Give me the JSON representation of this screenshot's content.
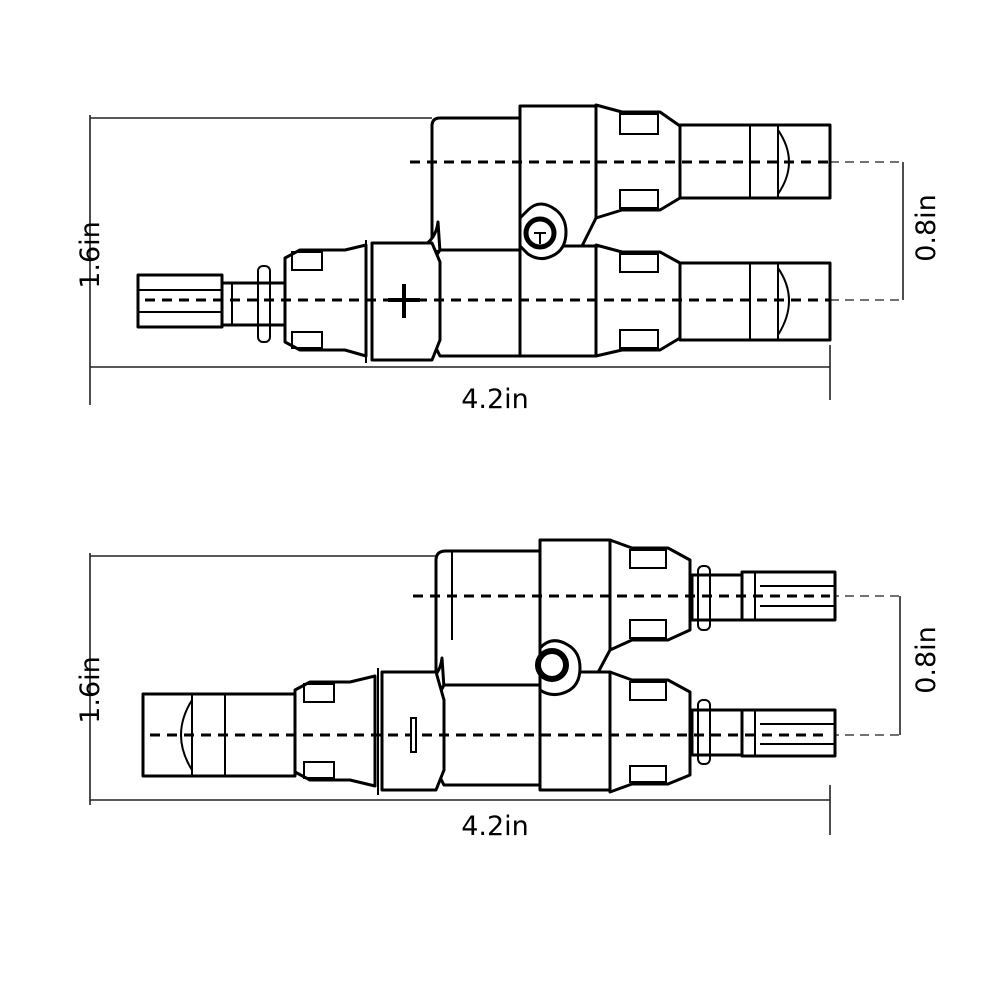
{
  "diagrams": [
    {
      "polarity_symbol": "plus",
      "labels": {
        "height": "1.6in",
        "length": "4.2in",
        "spacing": "0.8in"
      }
    },
    {
      "polarity_symbol": "minus",
      "labels": {
        "height": "1.6in",
        "length": "4.2in",
        "spacing": "0.8in"
      }
    }
  ],
  "colors": {
    "line": "#000000",
    "background": "#ffffff"
  }
}
